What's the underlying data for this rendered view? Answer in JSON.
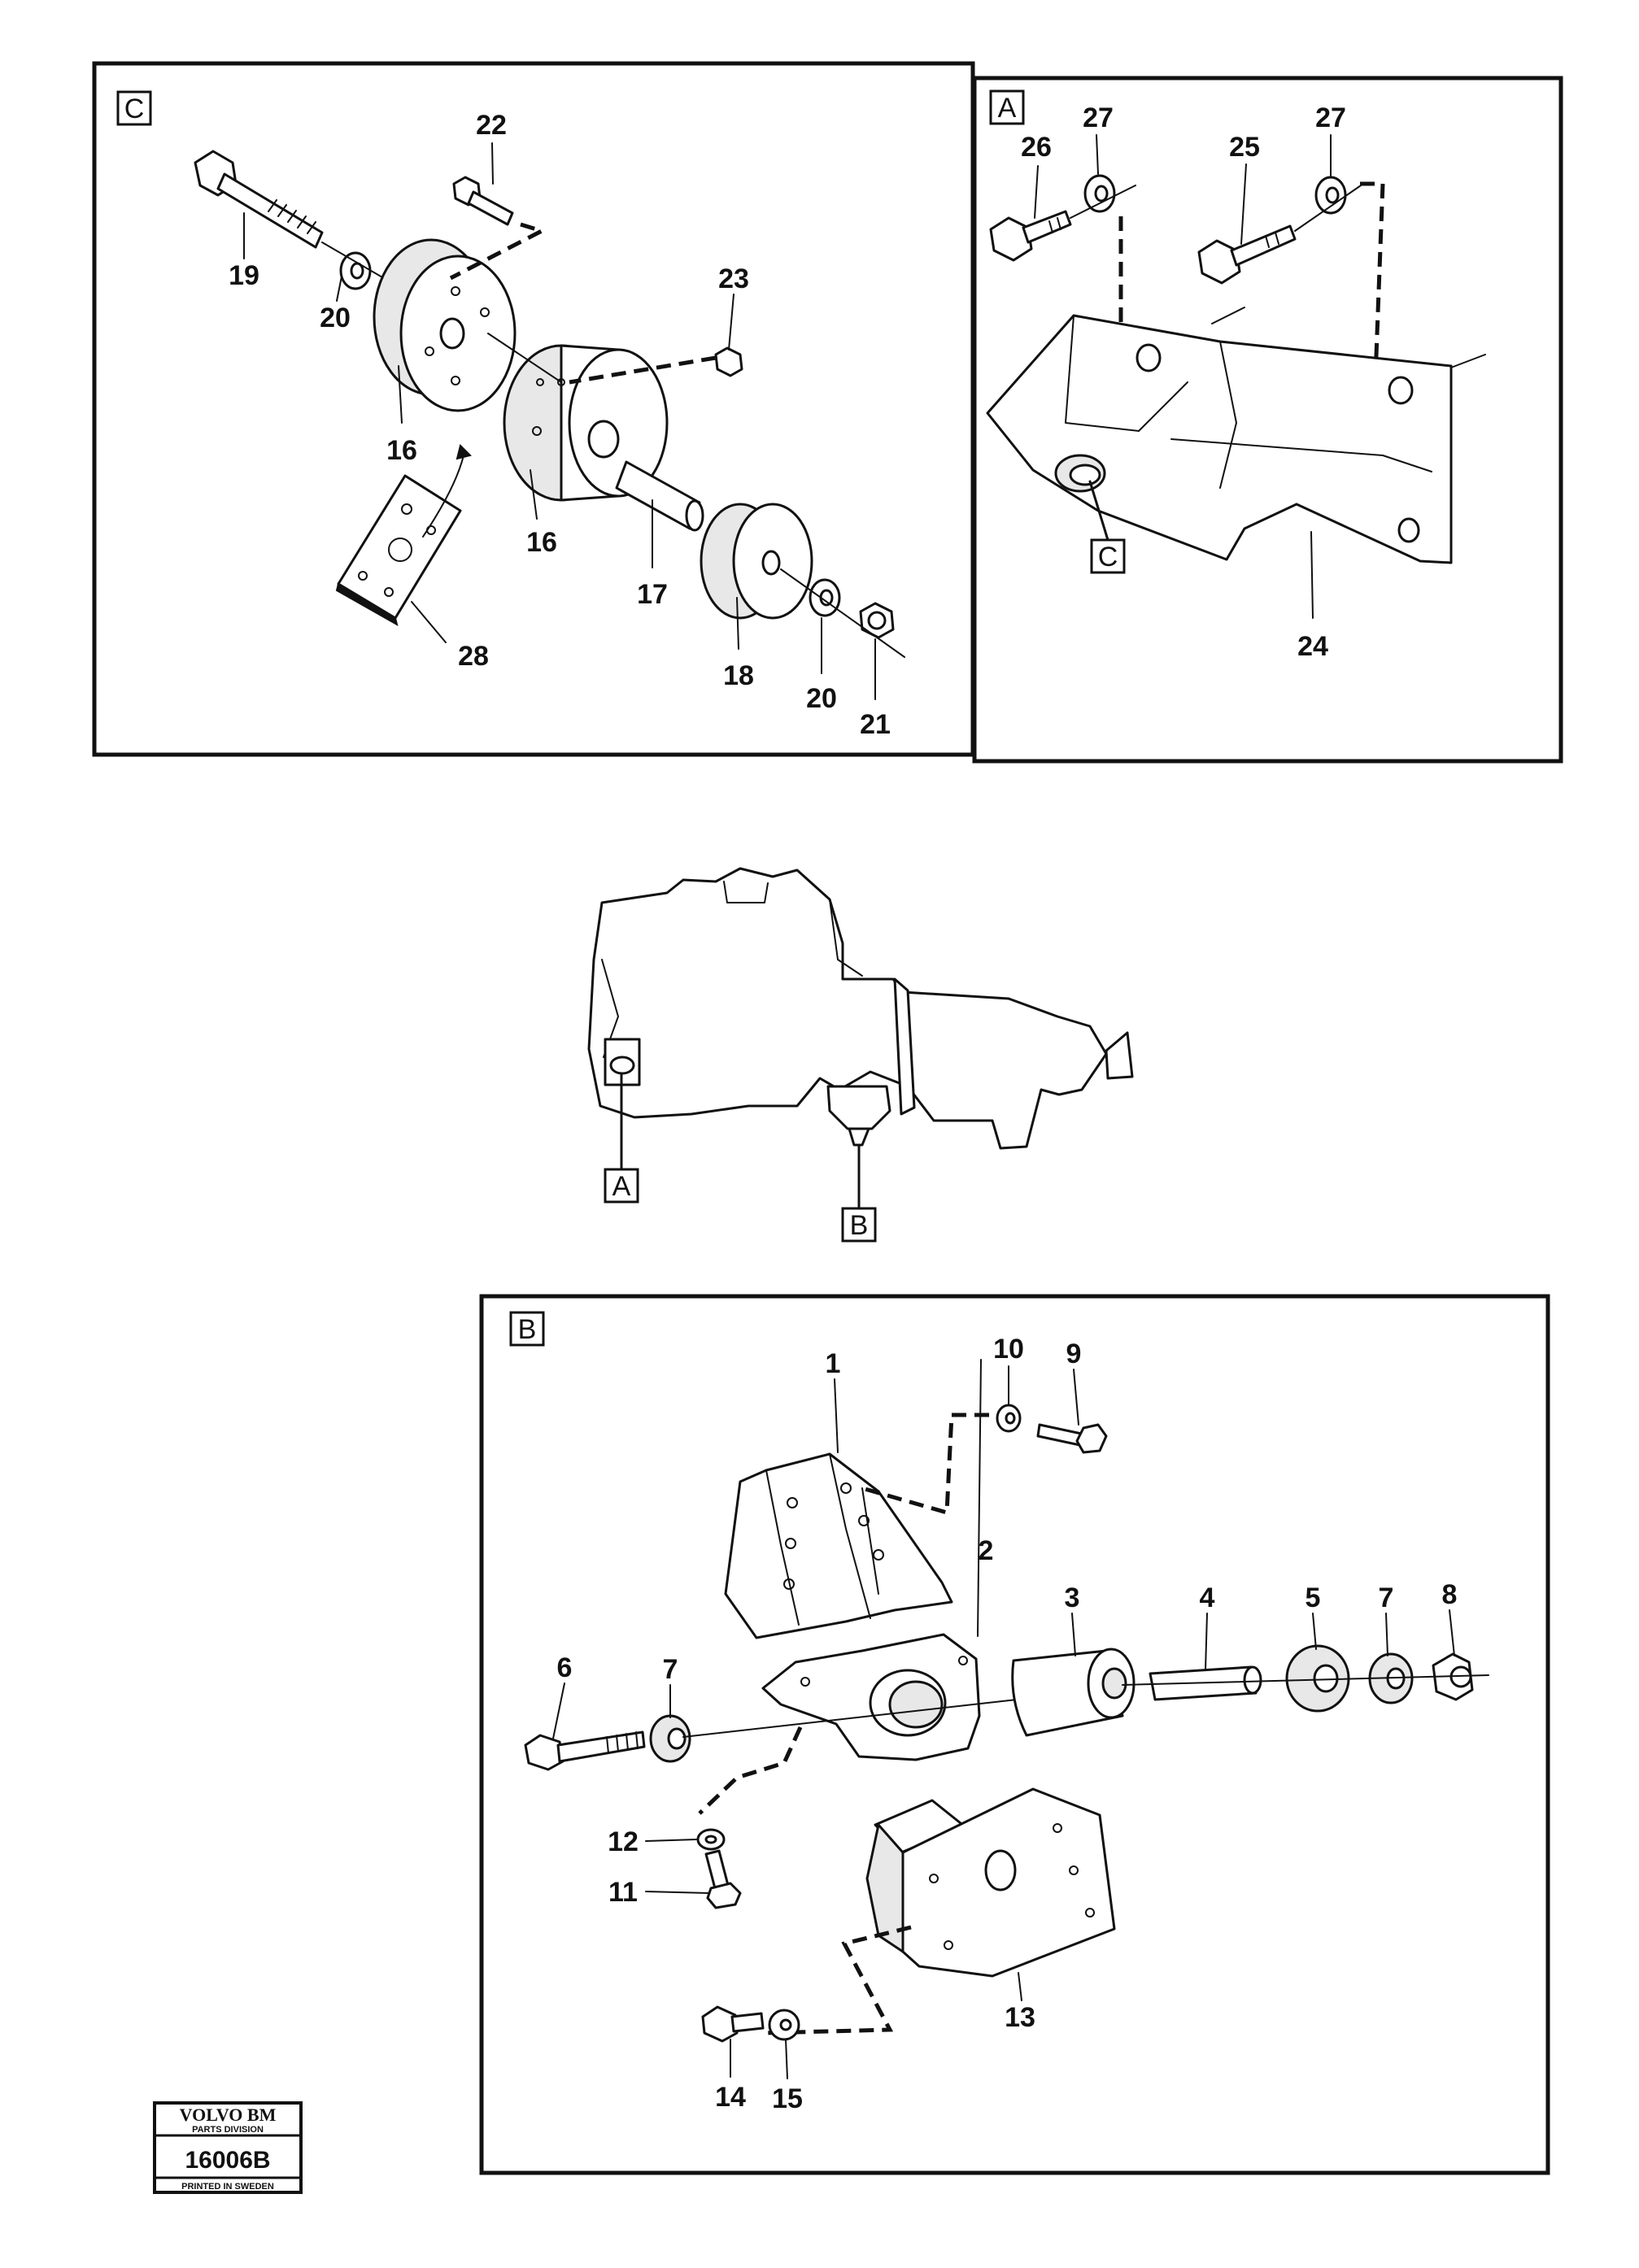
{
  "panels": {
    "c": {
      "tag": "C",
      "callouts": {
        "n16a": "16",
        "n16b": "16",
        "n17": "17",
        "n18": "18",
        "n19": "19",
        "n20a": "20",
        "n20b": "20",
        "n21": "21",
        "n22": "22",
        "n23": "23",
        "n28": "28"
      }
    },
    "a": {
      "tag": "A",
      "ref_c": "C",
      "callouts": {
        "n24": "24",
        "n25": "25",
        "n26": "26",
        "n27a": "27",
        "n27b": "27"
      }
    },
    "b": {
      "tag": "B",
      "callouts": {
        "n1": "1",
        "n2": "2",
        "n3": "3",
        "n4": "4",
        "n5": "5",
        "n6": "6",
        "n7a": "7",
        "n7b": "7",
        "n8": "8",
        "n9": "9",
        "n10": "10",
        "n11": "11",
        "n12": "12",
        "n13": "13",
        "n14": "14",
        "n15": "15"
      }
    }
  },
  "overview": {
    "ref_a": "A",
    "ref_b": "B"
  },
  "logo": {
    "brand": "VOLVO BM",
    "division": "PARTS DIVISION",
    "code": "16006B",
    "printed": "PRINTED IN SWEDEN"
  }
}
